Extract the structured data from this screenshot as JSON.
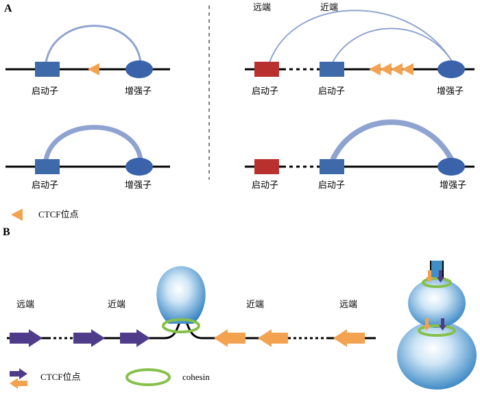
{
  "panels": {
    "a": "A",
    "b": "B"
  },
  "labels": {
    "promoter": "启动子",
    "enhancer": "增强子",
    "distal": "远端",
    "proximal": "近端",
    "ctcf_site": "CTCF位点",
    "cohesin": "cohesin"
  },
  "colors": {
    "promoter_blue": "#3f6aa9",
    "promoter_red": "#b8312f",
    "enhancer_blue": "#3b63ab",
    "loop_arc": "#8fa3d1",
    "ctcf_orange": "#f3a24f",
    "ctcf_purple": "#4e3c8a",
    "cohesin_green": "#86c04b",
    "line": "#000000"
  }
}
